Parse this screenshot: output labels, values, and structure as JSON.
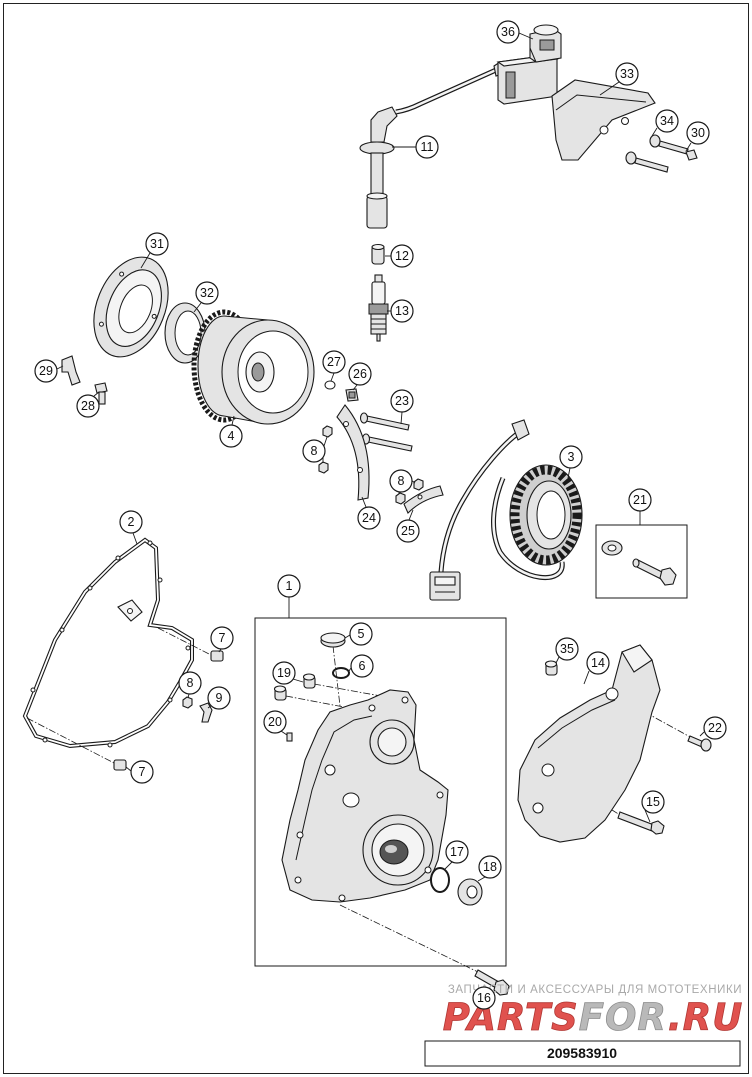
{
  "callouts": [
    "36",
    "33",
    "34",
    "30",
    "11",
    "12",
    "13",
    "31",
    "32",
    "29",
    "28",
    "27",
    "26",
    "4",
    "23",
    "8",
    "24",
    "8",
    "25",
    "3",
    "21",
    "2",
    "7",
    "8",
    "9",
    "7",
    "1",
    "5",
    "6",
    "19",
    "20",
    "35",
    "14",
    "22",
    "15",
    "17",
    "18",
    "16"
  ],
  "watermark": {
    "tagline": "ЗАПЧАСТИ И АКСЕССУАРЫ ДЛЯ МОТОТЕХНИКИ",
    "logo": {
      "part1": "PARTS",
      "part2": "FOR",
      "part3": ".RU"
    }
  },
  "part_number": "209583910",
  "colors": {
    "line": "#1a1a1a",
    "part_fill": "#e4e4e4",
    "logo_red": "#e0524e",
    "logo_gray": "#b9b9b9",
    "watermark_text": "#a9a9a9"
  }
}
